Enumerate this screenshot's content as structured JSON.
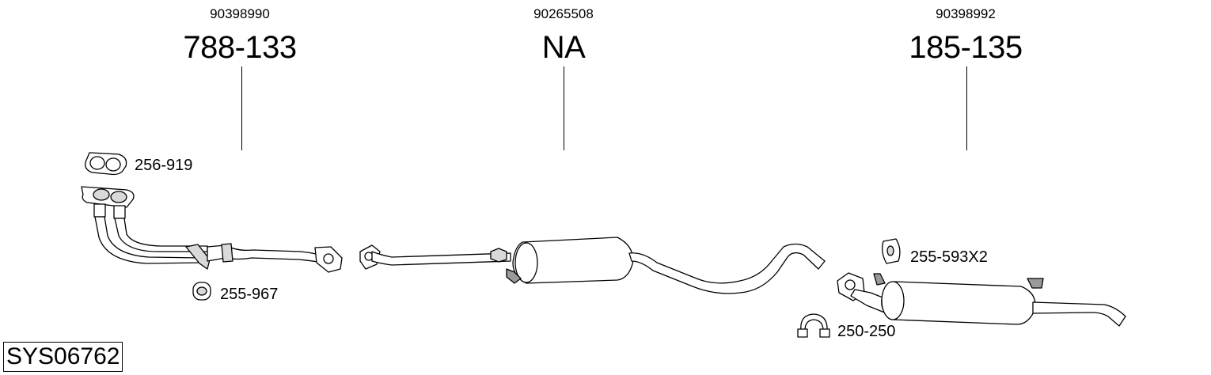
{
  "sections": [
    {
      "oem": "90398990",
      "part": "788-133"
    },
    {
      "oem": "90265508",
      "part": "NA"
    },
    {
      "oem": "90398992",
      "part": "185-135"
    }
  ],
  "accessories": {
    "gasket": "256-919",
    "mount_front": "255-967",
    "rubber_rear": "255-593X2",
    "clamp": "250-250"
  },
  "system_code": "SYS06762"
}
